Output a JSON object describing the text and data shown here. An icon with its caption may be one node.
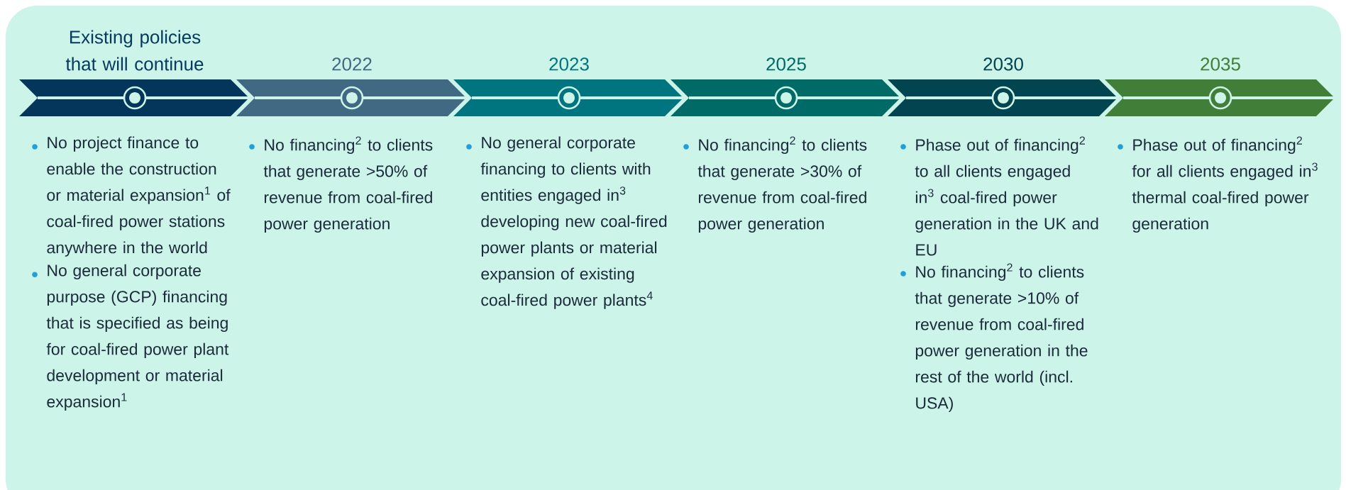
{
  "diagram": {
    "nodes": [
      {
        "text": [
          "Existing policies that will continue"
        ],
        "beside": [
          "No project finance to enable the construction or material expansion$^{1}$ of coal-fired power stations anywhere in the world",
          "No general corporate purpose (GCP) financing that is specified as being for coal-fired power plant development or material expansion$^{1}$"
        ]
      },
      {
        "text": [
          "2022"
        ],
        "beside": [
          "No financing$^{2}$ to clients that generate >50% of revenue from coal-fired power generation"
        ]
      },
      {
        "text": [
          "2023"
        ],
        "beside": [
          "No general corporate financing to clients with entities engaged in$^{3}$ developing new coal-fired power plants or material expansion of existing coal-fired power plants$^{4}$"
        ]
      },
      {
        "text": [
          "2025"
        ],
        "beside": [
          "No financing$^{2}$ to clients that generate >30% of revenue from coal-fired power generation"
        ]
      },
      {
        "text": [
          "2030"
        ],
        "beside": [
          "Phase out of financing$^{2}$ to all clients engaged in$^{3}$ coal-fired power generation in the UK and EU",
          "No financing$^{2}$ to clients that generate >10% of revenue from coal-fired power generation in the rest of the world (incl. USA)"
        ]
      },
      {
        "text": [
          "2035"
        ],
        "beside": [
          "Phase out of financing$^{2}$ for all clients engaged in$^{3}$ thermal coal-fired power generation"
        ]
      }
    ]
  }
}
